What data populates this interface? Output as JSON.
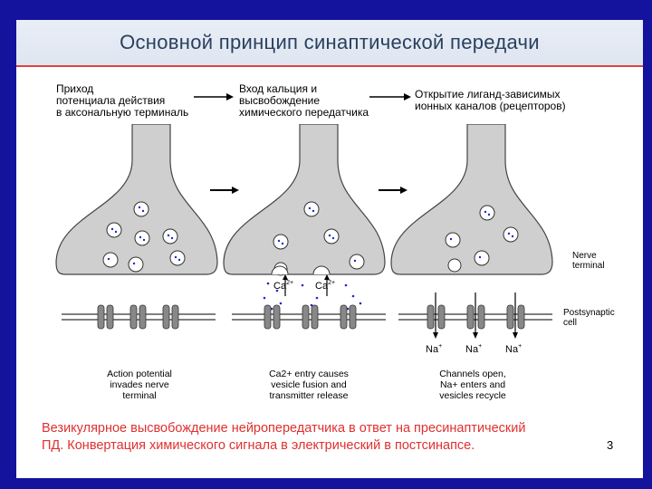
{
  "title": "Основной принцип синаптической передачи",
  "steps": [
    "Приход\nпотенциала действия\nв аксональную терминаль",
    "Вход кальция и\nвысвобождение\nхимического передатчика",
    "Открытие лиганд-зависимых\n ионных каналов (рецепторов)"
  ],
  "figure": {
    "nerve_terminal_label": "Nerve\nterminal",
    "postsynaptic_label": "Postsynaptic\ncell",
    "ca_label": "Ca",
    "ca_superscript": "2+",
    "na_label": "Na",
    "na_superscript": "+",
    "captions": [
      "Action potential\ninvades nerve\nterminal",
      "Ca2+ entry causes\nvesicle fusion and\ntransmitter release",
      "Channels open,\nNa+ enters and\nvesicles recycle"
    ]
  },
  "footer": "Везикулярное высвобождение нейропередатчика в ответ на пресинаптический\nПД. Конвертация химического сигнала в электрический в постсинапсе.",
  "page_number": "3",
  "colors": {
    "background": "#13139e",
    "title_text": "#2a3f5f",
    "rule": "#e04040",
    "footer_text": "#e03030",
    "terminal_fill": "#cfcfcf",
    "dots": "#1a2ccc"
  }
}
